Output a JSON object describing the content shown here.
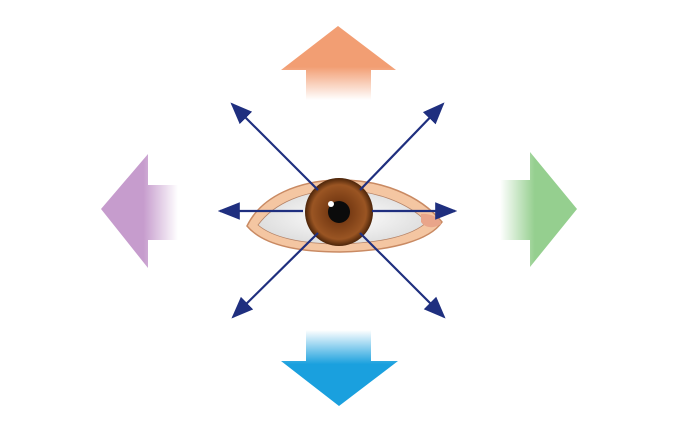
{
  "diagram": {
    "colors": {
      "background": "#ffffff",
      "arrow_up": "#f29e73",
      "arrow_left": "#c69ccd",
      "arrow_right": "#95cf8f",
      "arrow_down": "#1aa0de",
      "gaze_lines": "#1f2f7f",
      "eyelid": "#f4c6a2",
      "eyelid_outline": "#c98a63",
      "sclera": "#f1f1f1",
      "iris": "#8a4a1e",
      "pupil": "#0b0b0b"
    },
    "large_arrows": [
      {
        "direction": "up",
        "icon": "orange-up-arrow-icon"
      },
      {
        "direction": "left",
        "icon": "purple-left-arrow-icon"
      },
      {
        "direction": "right",
        "icon": "green-right-arrow-icon"
      },
      {
        "direction": "down",
        "icon": "blue-down-arrow-icon"
      }
    ],
    "gaze_directions": [
      "up-left",
      "up-right",
      "left",
      "right",
      "down-left",
      "down-right"
    ],
    "center_icon": "eye-icon"
  }
}
